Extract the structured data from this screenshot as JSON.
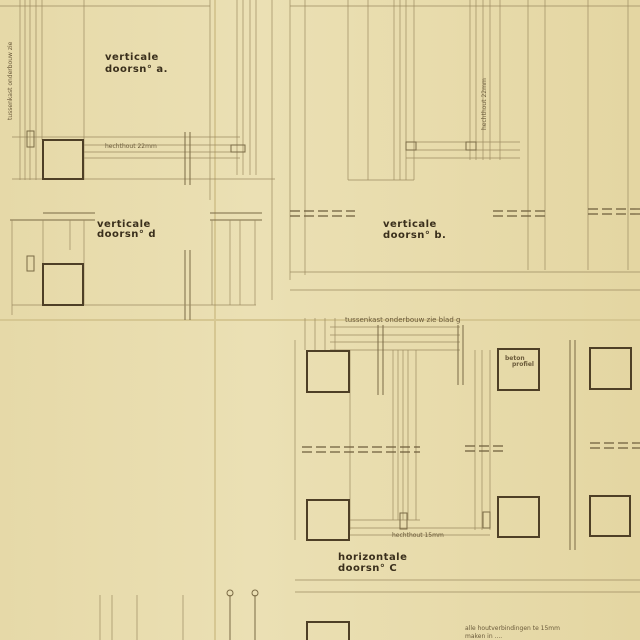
{
  "title": "Construction detail drawing",
  "labels": {
    "section_a": [
      "verticale",
      "doorsn° a."
    ],
    "section_d": [
      "verticale",
      "doorsn° d"
    ],
    "section_b": [
      "verticale",
      "doorsn° b."
    ],
    "section_c": [
      "horizontale",
      "doorsn° C"
    ]
  },
  "notes": {
    "tussenkast_left": "tussenkast onderbouw zie",
    "tussenkast_c": "tussenkast onderbouw zie blad g",
    "hechthout_a": "hechthout 22mm",
    "hechthout_b": "hechthout 22mm",
    "hechthout_c": "hechthout 15mm",
    "beton_profiel": [
      "beton",
      "profiel"
    ],
    "footer_note": [
      "alle houtverbindingen te 15mm",
      "maken in ...."
    ]
  },
  "colors": {
    "paper": "#e8dcae",
    "ink": "#4e3f26",
    "line": "#9c8b62"
  }
}
